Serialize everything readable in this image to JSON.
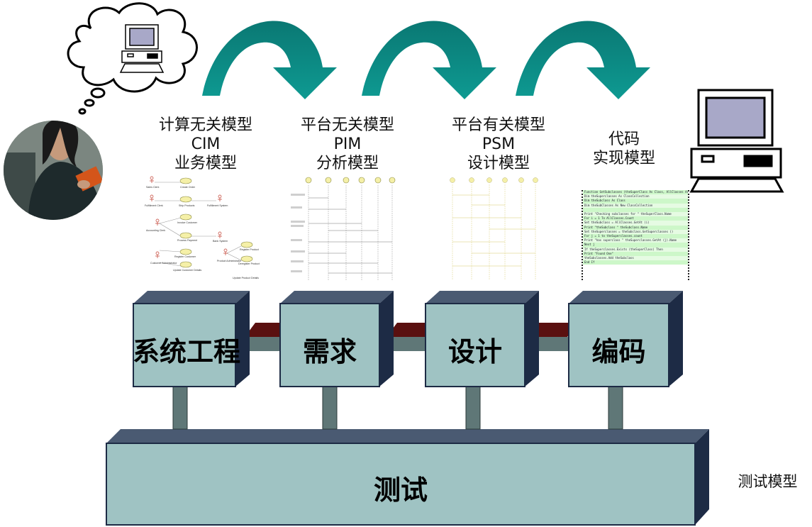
{
  "stages": [
    {
      "title": "计算无关模型",
      "abbr": "CIM",
      "sub": "业务模型"
    },
    {
      "title": "平台无关模型",
      "abbr": "PIM",
      "sub": "分析模型"
    },
    {
      "title": "平台有关模型",
      "abbr": "PSM",
      "sub": "设计模型"
    },
    {
      "title": "代码",
      "sub": "实现模型"
    }
  ],
  "blocks": {
    "system_engineering": "系统工程",
    "requirements": "需求",
    "design": "设计",
    "coding": "编码",
    "testing": "测试"
  },
  "test_model_label": "测试模型",
  "usecase_labels": {
    "sales_clerk": "Sales Clerk",
    "create_order": "Create Order",
    "fulfillment_clerk": "Fulfillment Clerk",
    "ship_products": "Ship Products",
    "fulfillment_system": "Fulfillment System",
    "invoice_customer": "Invoice Customer",
    "accounting_clerk": "Accounting Clerk",
    "process_payment": "Process Payment",
    "bank_system": "Bank System",
    "register_customer": "Register Customer",
    "customer_administrator": "Customer Administrator",
    "update_customer_details": "Update Customer Details",
    "register_product": "Register Product",
    "product_administrator": "Product Administrator",
    "deregister_product": "Deregister Product",
    "update_product_details": "Update Product Details"
  },
  "code_lines": [
    "Function GetSubclasses (theSuperClass As Class, AllClasses As ClassCollection) As",
    "  Dim theSuperclasses As ClassCollection",
    "  Dim theSubclass As Class",
    "  Dim theSubClasses As New ClassCollection",
    "",
    "  Print \"Checking subclasses for \" theSuperClass.Name",
    "  For i = 1 To AllClasses.Count",
    "    Set theSubclass = AllClasses.GetAt (i)",
    "    Print \"theSubclass \" theSubclass.Name",
    "    Set theSuperclasses = theSubclass.GetSuperclasses ()",
    "    For j = 1 to theSuperclasses.count",
    "      Print \"has superclass \" theSuperclasses.GetAt (j).Name",
    "    Next j",
    "    If theSuperclasses.Exists (theSuperClass) Then",
    "      Print \"Found One\"",
    "      theSubclasses.Add theSubclass",
    "    End If"
  ],
  "colors": {
    "arrow_teal": "#0e8d86",
    "block_face": "#9fc3c3",
    "block_side": "#1d2b45",
    "connector_top": "#5a1010",
    "connector_face": "#5f7777",
    "pillar": "#5f7777"
  }
}
